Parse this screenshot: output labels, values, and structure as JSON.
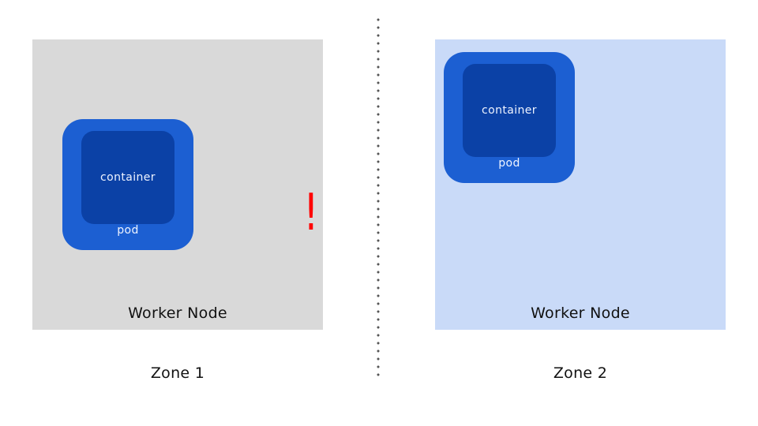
{
  "zones": [
    {
      "label": "Zone 1",
      "node": {
        "label": "Worker Node",
        "color": "#d9d9d9",
        "pod": {
          "label": "pod",
          "container_label": "container"
        },
        "alert": "!"
      }
    },
    {
      "label": "Zone 2",
      "node": {
        "label": "Worker Node",
        "color": "#c9daf8",
        "pod": {
          "label": "pod",
          "container_label": "container"
        }
      }
    }
  ],
  "colors": {
    "pod": "#1c5fd2",
    "container": "#0b41a6",
    "alert": "#ff0000"
  }
}
